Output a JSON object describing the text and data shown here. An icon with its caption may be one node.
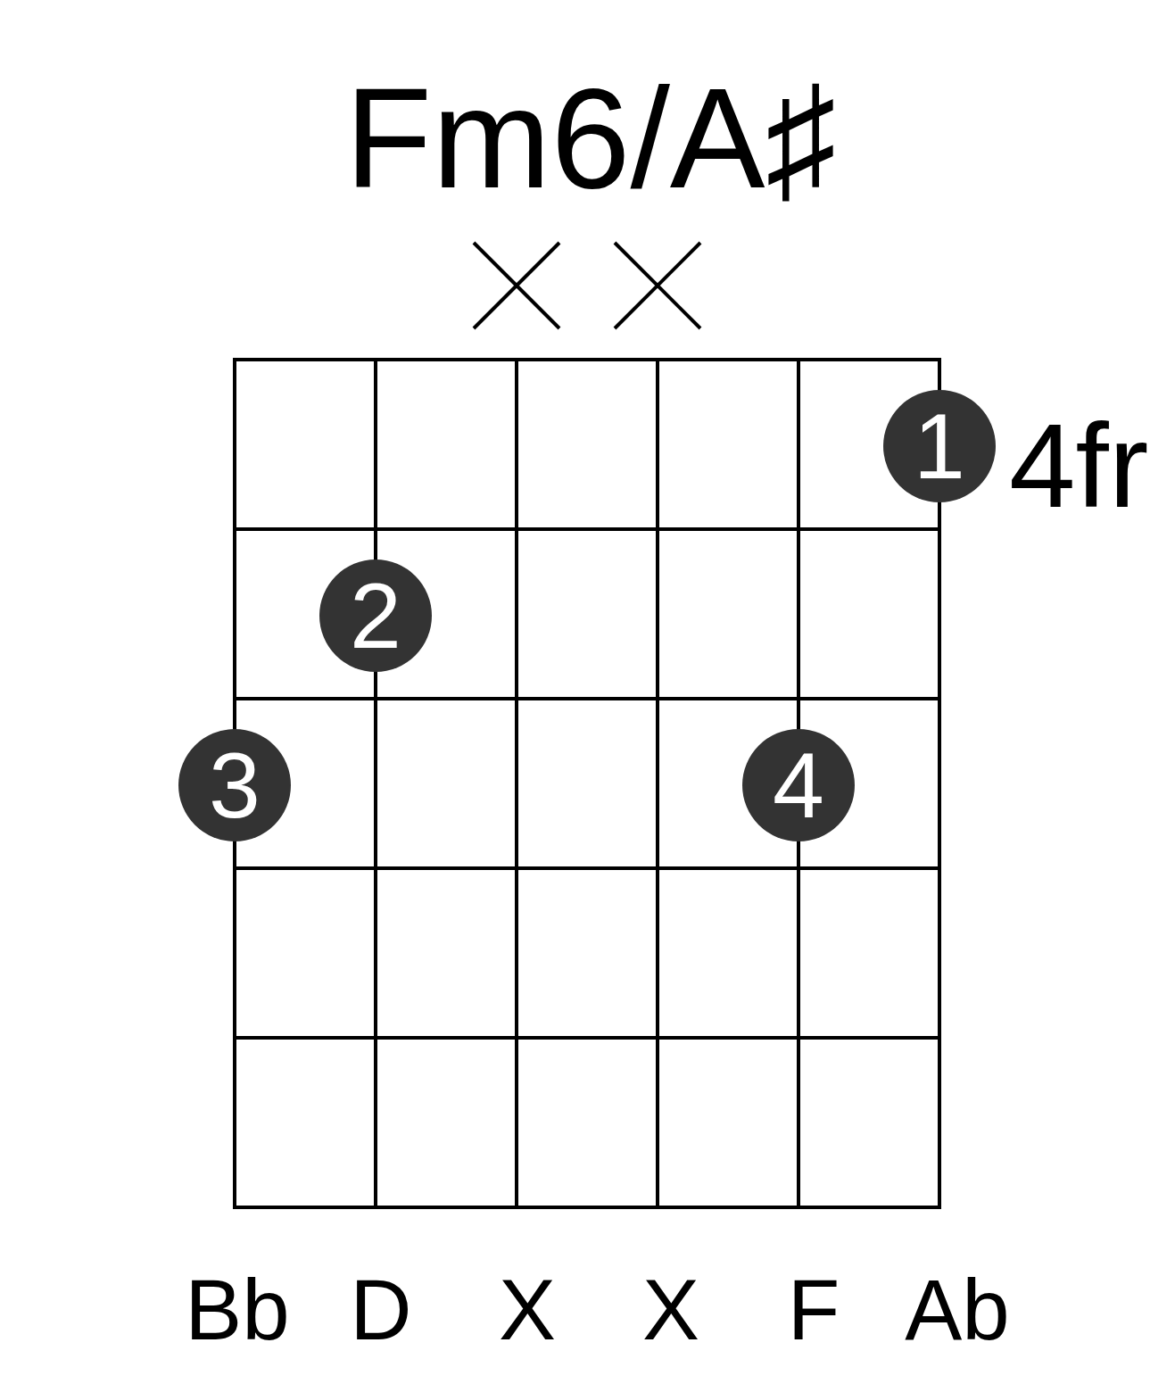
{
  "diagram": {
    "title": "Fm6/A♯",
    "nodes": [
      {
        "text": [
          "1"
        ]
      },
      {
        "text": [
          "2"
        ]
      },
      {
        "text": [
          "3"
        ]
      },
      {
        "text": [
          "4"
        ]
      }
    ],
    "labels": [
      "4fr",
      "Bb",
      "D",
      "X",
      "X",
      "F",
      "Ab"
    ]
  }
}
